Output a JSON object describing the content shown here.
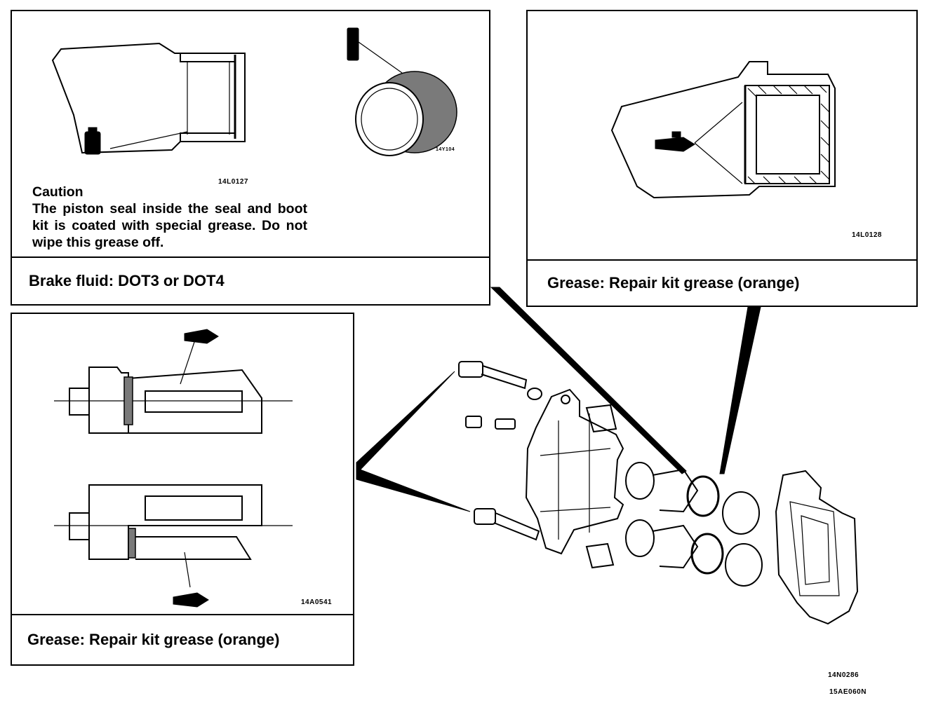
{
  "panels": {
    "brake_fluid": {
      "caution_title": "Caution",
      "caution_text": "The piston seal inside the seal and boot kit is coated with special grease. Do not wipe this grease off.",
      "caption": "Brake fluid: DOT3 or DOT4",
      "code_left": "14L0127",
      "code_right": "14Y104"
    },
    "grease_top_right": {
      "caption": "Grease: Repair kit grease (orange)",
      "code": "14L0128"
    },
    "grease_left": {
      "caption": "Grease: Repair kit grease (orange)",
      "code": "14A0541"
    }
  },
  "figure_codes": {
    "main": "14N0286",
    "footer": "15AE060N"
  }
}
